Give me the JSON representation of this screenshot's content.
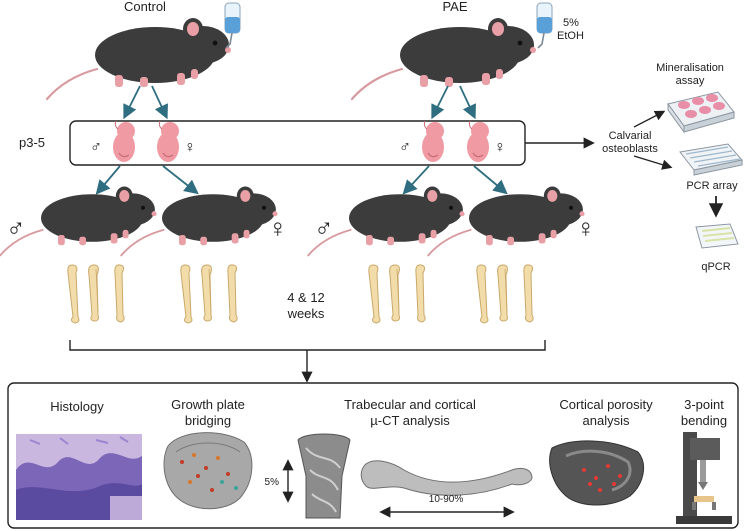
{
  "groups": {
    "control": {
      "label": "Control"
    },
    "pae": {
      "label": "PAE",
      "treatment_line1": "5%",
      "treatment_line2": "EtOH"
    }
  },
  "age_label": "p3-5",
  "sex_symbols": {
    "male": "♂",
    "female": "♀"
  },
  "timepoint": {
    "line1": "4 & 12",
    "line2": "weeks"
  },
  "cell_culture": {
    "source_line1": "Calvarial",
    "source_line2": "osteoblasts",
    "mineralisation_line1": "Mineralisation",
    "mineralisation_line2": "assay",
    "pcr_array": "PCR array",
    "qpcr": "qPCR"
  },
  "analyses": {
    "histology": "Histology",
    "growth_plate_line1": "Growth plate",
    "growth_plate_line2": "bridging",
    "ct_line1": "Trabecular and cortical",
    "ct_line2": "µ-CT analysis",
    "ct_trabecular_region": "5%",
    "ct_cortical_region": "10-90%",
    "porosity_line1": "Cortical porosity",
    "porosity_line2": "analysis",
    "bending_line1": "3-point",
    "bending_line2": "bending"
  },
  "colors": {
    "mouse_body": "#3d3c3c",
    "mouse_ear": "#e8a0a6",
    "pup": "#f09aa3",
    "bone": "#f2dcaa",
    "arrow": "#2f6e80"
  }
}
